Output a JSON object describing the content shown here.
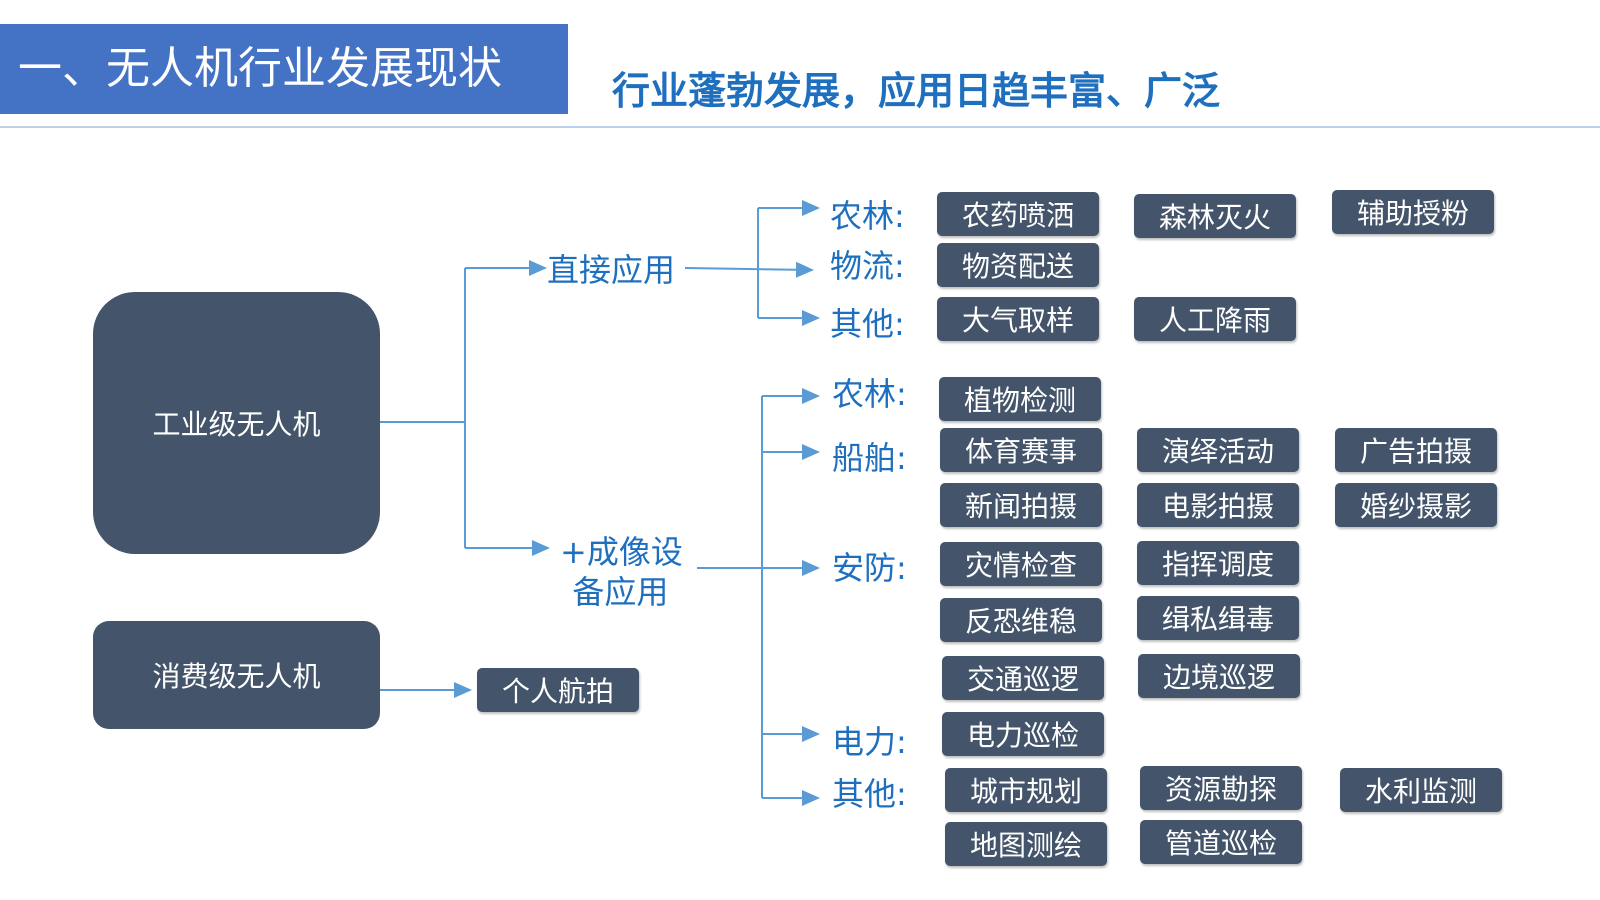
{
  "header": {
    "title": "一、无人机行业发展现状",
    "subtitle": "行业蓬勃发展，应用日趋丰富、广泛"
  },
  "colors": {
    "header_bg": "#4472c4",
    "accent_text": "#1f6fbf",
    "box_fill": "#44546a",
    "connector": "#5b9bd5"
  },
  "roots": {
    "industrial": "工业级无人机",
    "consumer": "消费级无人机"
  },
  "branches": {
    "direct": "直接应用",
    "imaging_line1": "+成像设",
    "imaging_line2": "备应用"
  },
  "direct": {
    "agri_forest": {
      "label": "农林:",
      "items": [
        "农药喷洒",
        "森林灭火",
        "辅助授粉"
      ]
    },
    "logistics": {
      "label": "物流:",
      "items": [
        "物资配送"
      ]
    },
    "other": {
      "label": "其他:",
      "items": [
        "大气取样",
        "人工降雨"
      ]
    }
  },
  "imaging": {
    "agri_forest": {
      "label": "农林:",
      "items": [
        "植物检测"
      ]
    },
    "ship": {
      "label": "船舶:",
      "items": [
        "体育赛事",
        "演绎活动",
        "广告拍摄",
        "新闻拍摄",
        "电影拍摄",
        "婚纱摄影"
      ]
    },
    "security": {
      "label": "安防:",
      "items": [
        "灾情检查",
        "指挥调度",
        "反恐维稳",
        "缉私缉毒",
        "交通巡逻",
        "边境巡逻"
      ]
    },
    "power": {
      "label": "电力:",
      "items": [
        "电力巡检"
      ]
    },
    "other": {
      "label": "其他:",
      "items": [
        "城市规划",
        "资源勘探",
        "水利监测",
        "地图测绘",
        "管道巡检"
      ]
    }
  },
  "consumer": {
    "items": [
      "个人航拍"
    ]
  }
}
